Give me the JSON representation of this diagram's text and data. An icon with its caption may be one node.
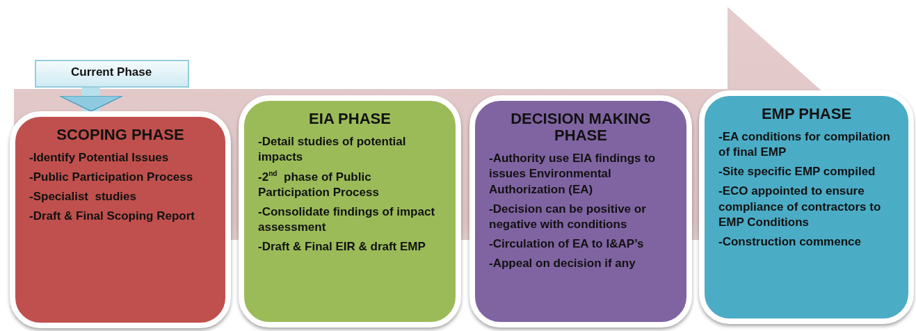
{
  "diagram": {
    "nodes": [
      {
        "text": [
          "Current Phase"
        ]
      },
      {
        "text": [
          "SCOPING PHASE",
          "-Identify Potential Issues",
          "-Public Participation Process",
          "-Specialist  studies",
          "-Draft & Final Scoping Report"
        ]
      },
      {
        "text": [
          "EIA PHASE",
          "-Detail studies of potential impacts",
          "-2$^{nd}$  phase of Public Participation Process",
          "-Consolidate findings of impact  assessment",
          "-Draft & Final EIR & draft EMP"
        ]
      },
      {
        "text": [
          "DECISION MAKING PHASE",
          "-Authority use EIA findings to issues Environmental Authorization (EA)",
          "-Decision can be positive or negative with conditions",
          "-Circulation of EA to I&AP’s",
          "-Appeal on decision if any"
        ]
      },
      {
        "text": [
          "EMP PHASE",
          "-EA conditions for compilation of final EMP",
          "-Site specific EMP compiled",
          "-ECO appointed to ensure compliance of contractors to EMP Conditions",
          "-Construction commence"
        ]
      }
    ],
    "edges": [
      {
        "from": 0,
        "to": 1,
        "arrow": "to"
      },
      {
        "from": 1,
        "to": 4,
        "arrow": "to",
        "style": "thick"
      }
    ]
  }
}
